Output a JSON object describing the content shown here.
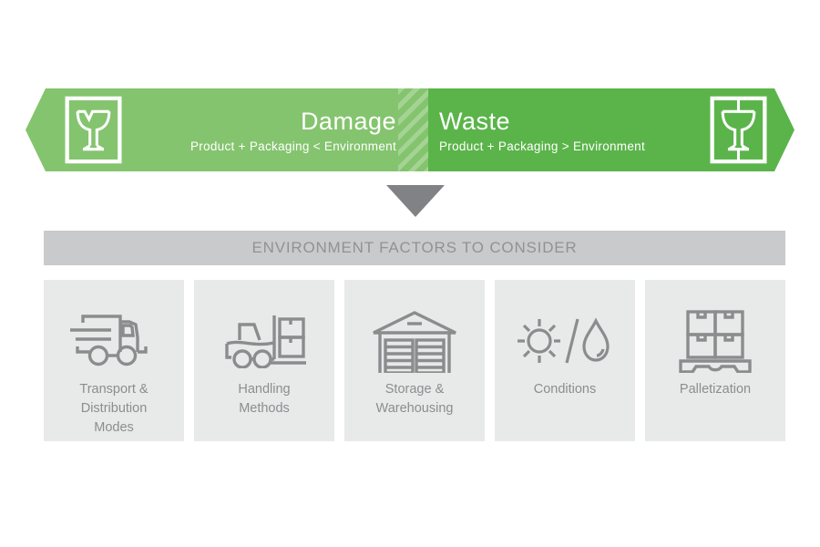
{
  "banner": {
    "damage": {
      "title": "Damage",
      "subtitle": "Product + Packaging < Environment",
      "bg": "#84c46e"
    },
    "waste": {
      "title": "Waste",
      "subtitle": "Product + Packaging > Environment",
      "bg": "#5bb44a"
    },
    "left_icon": "fragile-broken-glass-icon",
    "right_icon": "wine-glass-icon"
  },
  "flow_arrow": {
    "color": "#808285"
  },
  "factors": {
    "header": "ENVIRONMENT FACTORS TO CONSIDER",
    "header_bg": "#c9cacb",
    "header_color": "#909294",
    "card_bg": "#e8e9e9",
    "icon_color": "#8a8c8e",
    "cards": [
      {
        "icon": "truck-icon",
        "label": "Transport &\nDistribution\nModes"
      },
      {
        "icon": "forklift-icon",
        "label": "Handling\nMethods"
      },
      {
        "icon": "warehouse-icon",
        "label": "Storage &\nWarehousing"
      },
      {
        "icon": "sun-water-icon",
        "label": "Conditions"
      },
      {
        "icon": "pallet-boxes-icon",
        "label": "Palletization"
      }
    ]
  }
}
